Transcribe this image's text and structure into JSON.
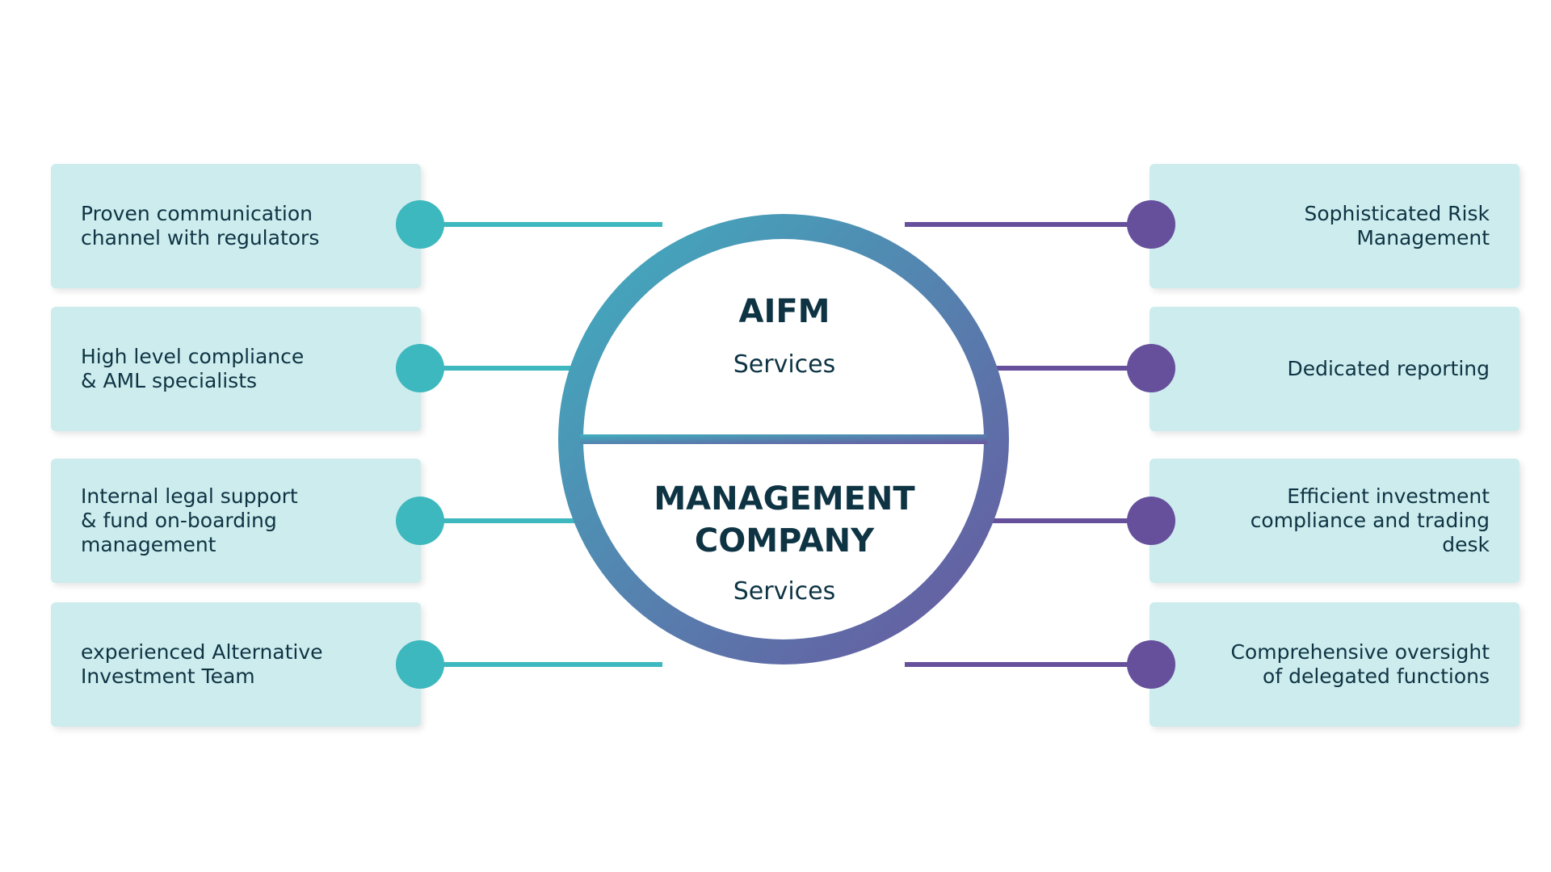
{
  "left_items": [
    {
      "label": "Proven communication\nchannel with regulators"
    },
    {
      "label": "High level compliance\n& AML specialists"
    },
    {
      "label": "Internal legal support\n& fund on-boarding\nmanagement"
    },
    {
      "label": "experienced Alternative\nInvestment Team"
    }
  ],
  "right_items": [
    {
      "label": "Sophisticated Risk\nManagement"
    },
    {
      "label": "Dedicated reporting"
    },
    {
      "label": "Efficient investment\ncompliance and trading desk"
    },
    {
      "label": "Comprehensive oversight\nof delegated functions"
    }
  ],
  "center": {
    "top_title": "AIFM",
    "top_subtitle": "Services",
    "bottom_title": "MANAGEMENT\nCOMPANY",
    "bottom_subtitle": "Services"
  },
  "colors": {
    "teal": "#3db8be",
    "purple": "#66509c",
    "card_background": "#cdeced",
    "text": "#0e3444"
  }
}
